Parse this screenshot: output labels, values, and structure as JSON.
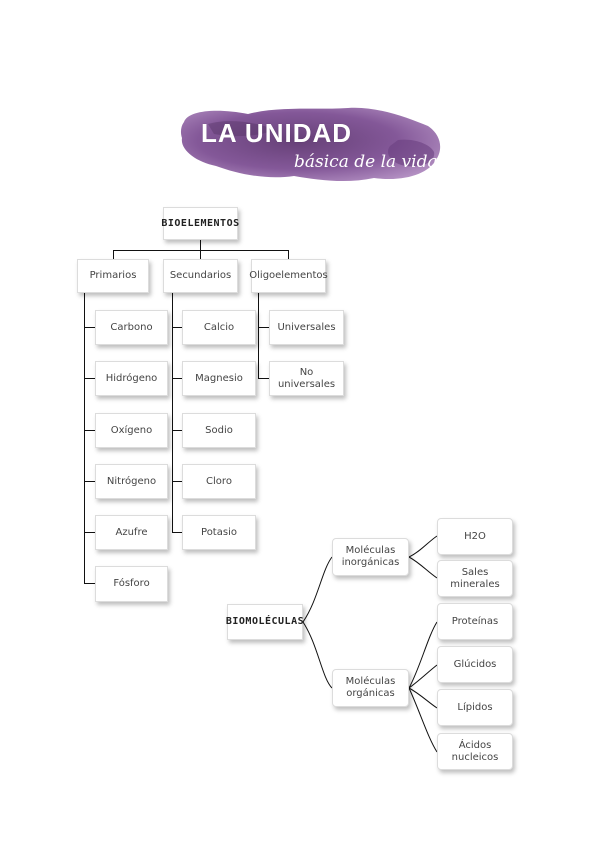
{
  "title": {
    "main": "LA UNIDAD",
    "sub": "básica de la vida"
  },
  "bioelementos": {
    "root": "BIOELEMENTOS",
    "primarios": {
      "label": "Primarios",
      "items": [
        "Carbono",
        "Hidrógeno",
        "Oxígeno",
        "Nitrógeno",
        "Azufre",
        "Fósforo"
      ]
    },
    "secundarios": {
      "label": "Secundarios",
      "items": [
        "Calcio",
        "Magnesio",
        "Sodio",
        "Cloro",
        "Potasio"
      ]
    },
    "oligoelementos": {
      "label": "Oligoelementos",
      "items": [
        "Universales",
        "No universales"
      ]
    }
  },
  "biomoleculas": {
    "root": "BIOMOLÉCULAS",
    "inorganicas": {
      "label": "Moléculas inorgánicas",
      "items": [
        "H2O",
        "Sales minerales"
      ]
    },
    "organicas": {
      "label": "Moléculas orgánicas",
      "items": [
        "Proteínas",
        "Glúcidos",
        "Lípidos",
        "Ácidos nucleicos"
      ]
    }
  },
  "colors": {
    "banner": "#8a5c9e",
    "banner_dark": "#5e3670",
    "line": "#111111"
  }
}
